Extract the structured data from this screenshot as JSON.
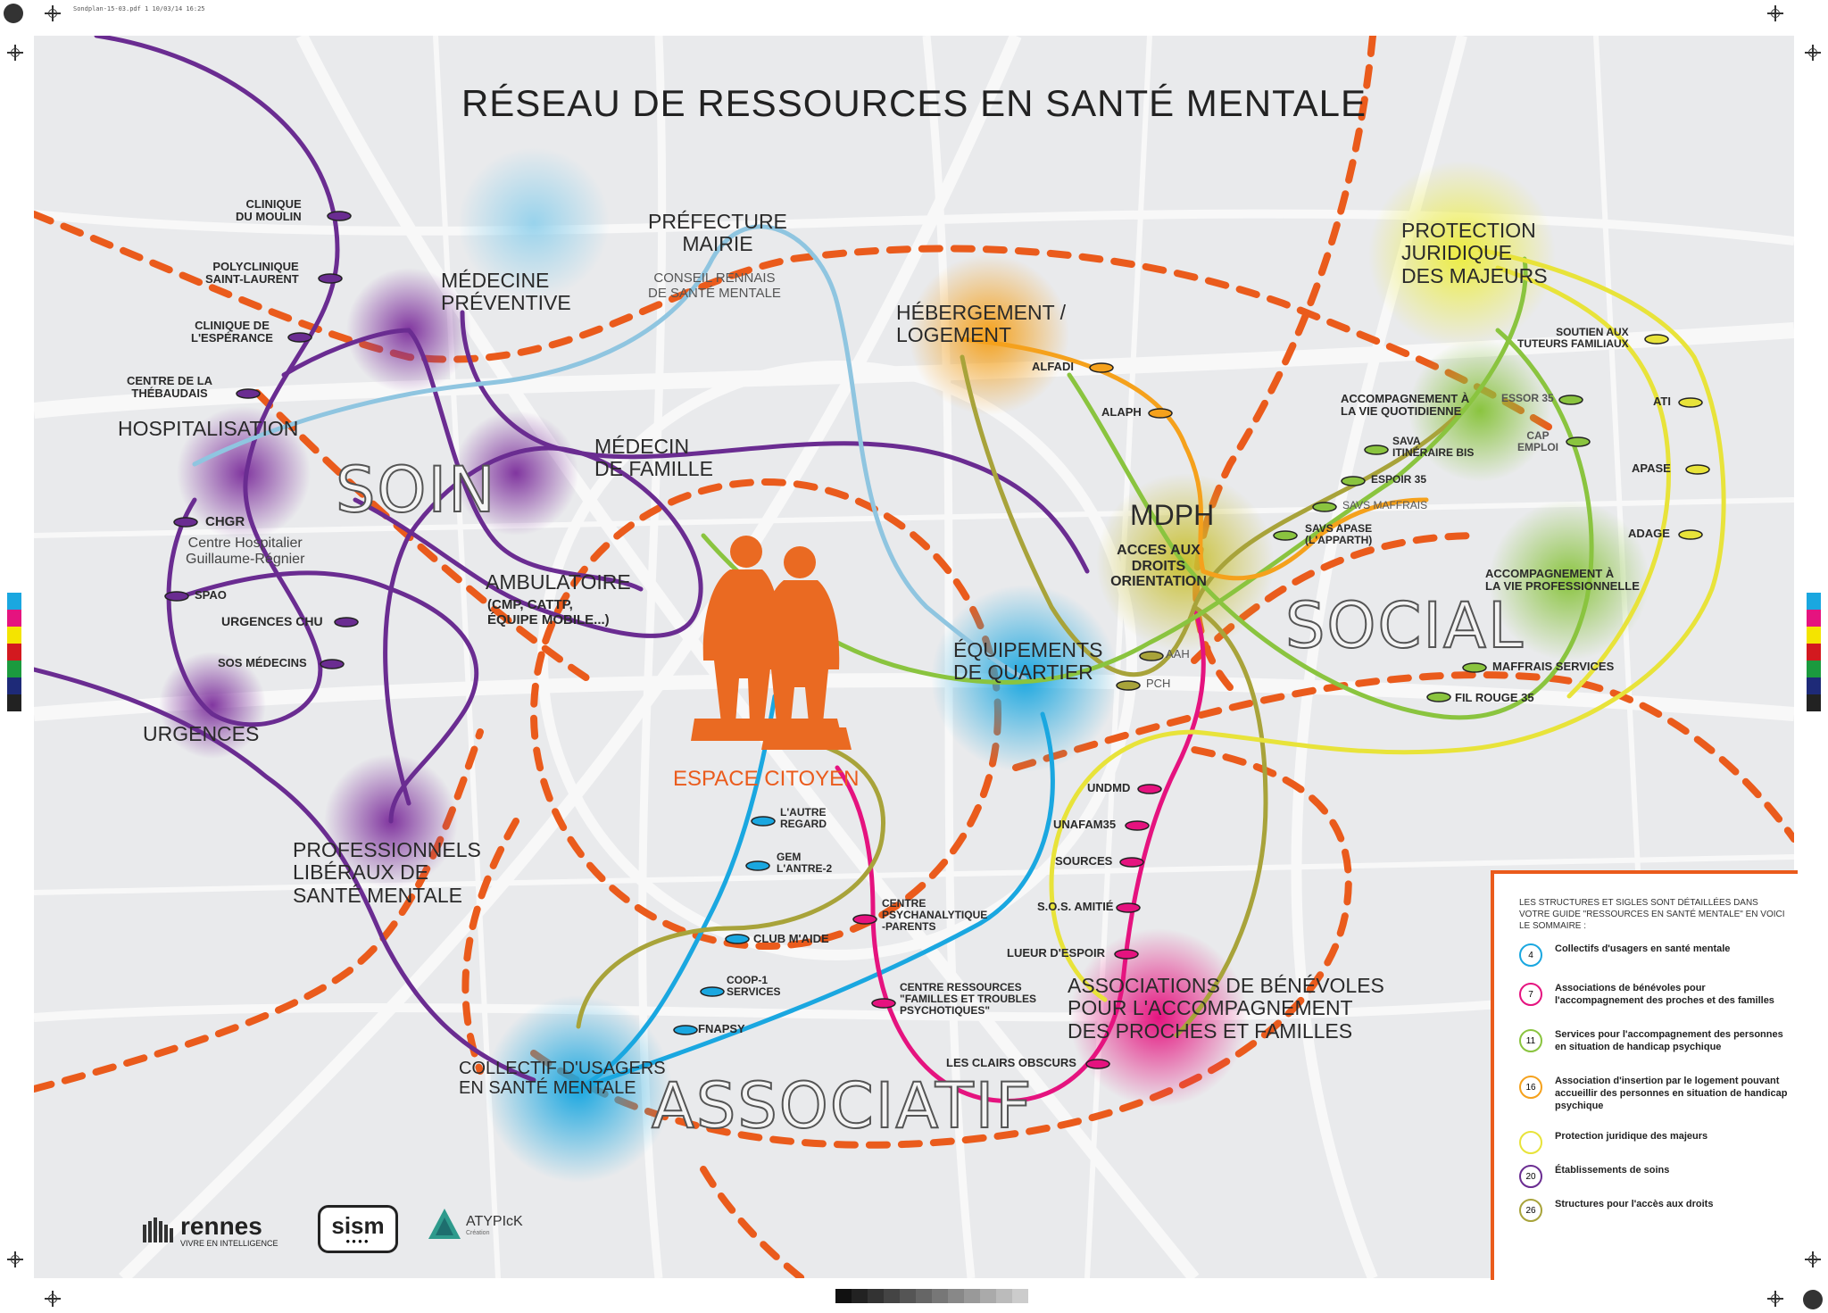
{
  "print_header": "Sondplan-15-03.pdf   1   10/03/14   16:25",
  "title": "RÉSEAU DE RESSOURCES EN SANTÉ MENTALE",
  "zones": {
    "soin": "SOIN",
    "social": "SOCIAL",
    "associatif": "ASSOCIATIF"
  },
  "hubs": {
    "hospitalisation": "HOSPITALISATION",
    "urgences": "URGENCES",
    "medecine_preventive": [
      "MÉDECINE",
      "PRÉVENTIVE"
    ],
    "medecin_famille": [
      "MÉDECIN",
      "DE FAMILLE"
    ],
    "ambulatoire": "AMBULATOIRE",
    "ambulatoire_sub": [
      "(CMP, CATTP,",
      "ÉQUIPE MOBILE...)"
    ],
    "professionnels": [
      "PROFESSIONNELS",
      "LIBÉRAUX DE",
      "SANTÉ MENTALE"
    ],
    "prefecture": [
      "PRÉFECTURE",
      "MAIRIE"
    ],
    "conseil": [
      "CONSEIL RENNAIS",
      "DE SANTÉ MENTALE"
    ],
    "hebergement": [
      "HÉBERGEMENT /",
      "LOGEMENT"
    ],
    "protection": [
      "PROTECTION",
      "JURIDIQUE",
      "DES MAJEURS"
    ],
    "mdph": "MDPH",
    "mdph_sub": [
      "ACCES AUX",
      "DROITS",
      "ORIENTATION"
    ],
    "equipements": [
      "ÉQUIPEMENTS",
      "DE QUARTIER"
    ],
    "espace_citoyen": "ESPACE CITOYEN",
    "accomp_quotidienne": [
      "ACCOMPAGNEMENT À",
      "LA VIE QUOTIDIENNE"
    ],
    "accomp_pro": [
      "ACCOMPAGNEMENT À",
      "LA VIE PROFESSIONNELLE"
    ],
    "associations": [
      "ASSOCIATIONS DE BÉNÉVOLES",
      "POUR L'ACCOMPAGNEMENT",
      "DES PROCHES ET FAMILLES"
    ],
    "collectif": [
      "COLLECTIF D'USAGERS",
      "EN SANTÉ MENTALE"
    ]
  },
  "stations": {
    "clinique_moulin": [
      "CLINIQUE",
      "DU MOULIN"
    ],
    "polyclinique": [
      "POLYCLINIQUE",
      "SAINT-LAURENT"
    ],
    "clinique_esperance": [
      "CLINIQUE DE",
      "L'ESPÉRANCE"
    ],
    "thebaudais": [
      "CENTRE DE LA",
      "THÉBAUDAIS"
    ],
    "chgr": "CHGR",
    "chgr_full": [
      "Centre Hospitalier",
      "Guillaume-Régnier"
    ],
    "spao": "SPAO",
    "urgences_chu": "URGENCES CHU",
    "sos_medecins": "SOS MÉDECINS",
    "alfadi": "ALFADI",
    "alaph": "ALAPH",
    "soutien_tuteurs": [
      "SOUTIEN AUX",
      "TUTEURS FAMILIAUX"
    ],
    "essor": "ESSOR 35",
    "ati": "ATI",
    "cap_emploi": [
      "CAP",
      "EMPLOI"
    ],
    "apase": "APASE",
    "adage": "ADAGE",
    "sava": [
      "SAVA",
      "ITINÉRAIRE BIS"
    ],
    "espoir": "ESPOIR 35",
    "savs_maffrais": "SAVS MAFFRAIS",
    "savs_apase": [
      "SAVS APASE",
      "(L'APPARTH)"
    ],
    "aah": "AAH",
    "pch": "PCH",
    "maffrais_services": "MAFFRAIS SERVICES",
    "fil_rouge": "FIL ROUGE 35",
    "autre_regard": [
      "L'AUTRE",
      "REGARD"
    ],
    "gem": [
      "GEM",
      "L'ANTRE-2"
    ],
    "club_maide": "CLUB M'AIDE",
    "coop": [
      "COOP-1",
      "SERVICES"
    ],
    "fnapsy": "FNAPSY",
    "centre_psy": [
      "CENTRE",
      "PSYCHANALYTIQUE",
      "-PARENTS"
    ],
    "centre_ressources": [
      "CENTRE RESSOURCES",
      "\"FAMILLES ET TROUBLES",
      "PSYCHOTIQUES\""
    ],
    "undmd": "UNDMD",
    "unafam": "UNAFAM35",
    "sources": "SOURCES",
    "sos_amitie": "S.O.S. AMITIÉ",
    "lueur": "LUEUR D'ESPOIR",
    "clairs_obscurs": "LES CLAIRS OBSCURS"
  },
  "legend": {
    "intro": "LES STRUCTURES ET SIGLES SONT DÉTAILLÉES DANS VOTRE GUIDE \"RESSOURCES EN SANTÉ MENTALE\" EN VOICI LE SOMMAIRE :",
    "items": [
      {
        "num": "4",
        "text": "Collectifs d'usagers en santé mentale",
        "color": "#1aa7e0"
      },
      {
        "num": "7",
        "text": "Associations de bénévoles pour l'accompagnement des proches et des familles",
        "color": "#e5137f"
      },
      {
        "num": "11",
        "text": "Services pour l'accompagnement des personnes en situation de handicap psychique",
        "color": "#8ac43f"
      },
      {
        "num": "16",
        "text": "Association d'insertion par le logement pouvant accueillir des personnes en situation de handicap psychique",
        "color": "#f5a11c"
      },
      {
        "num": "",
        "text": "Protection juridique des majeurs",
        "color": "#e8e33a"
      },
      {
        "num": "20",
        "text": "Établissements de soins",
        "color": "#6a2c91"
      },
      {
        "num": "26",
        "text": "Structures pour l'accès aux droits",
        "color": "#a8a33a"
      }
    ]
  },
  "logos": {
    "rennes": "rennes",
    "rennes_tag": "VIVRE EN INTELLIGENCE",
    "sism": "sism",
    "atypick": "ATYPIcK",
    "atypick_tag": "Création"
  },
  "colors": {
    "soin": "#6a2c91",
    "social_green": "#8ac43f",
    "associatif": "#1aa7e0",
    "pink": "#e5137f",
    "orange": "#f5a11c",
    "yellow": "#e8e33a",
    "olive": "#a8a33a",
    "zone_dash": "#ea5b1c",
    "light_blue": "#8fc5e0"
  }
}
